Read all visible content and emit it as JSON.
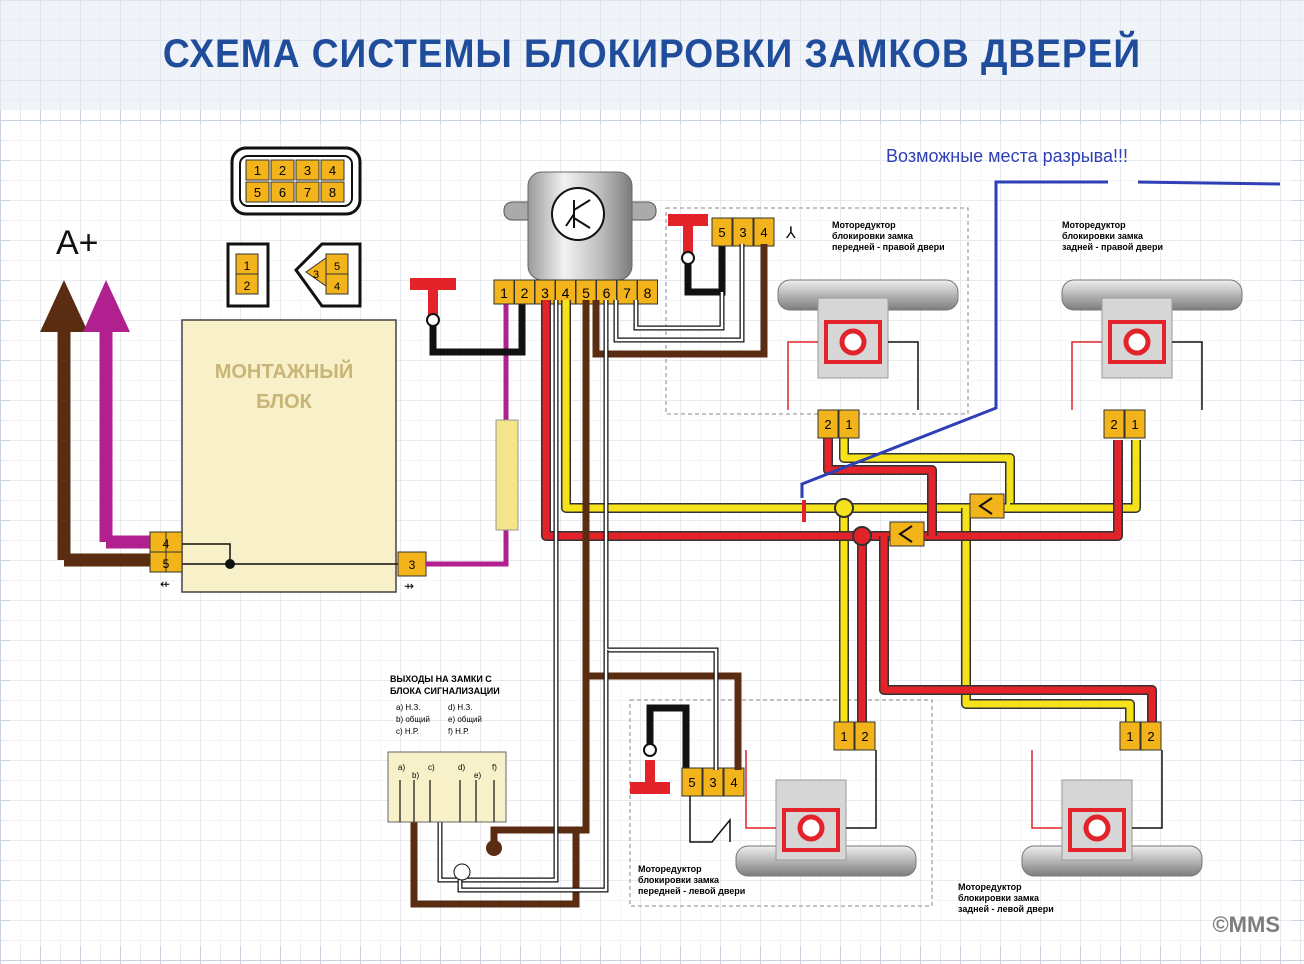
{
  "title": "СХЕМА СИСТЕМЫ БЛОКИРОВКИ ЗАМКОВ ДВЕРЕЙ",
  "annotation": "Возможные места разрыва!!!",
  "power_label": "A+",
  "mount_block": {
    "line1": "МОНТАЖНЫЙ",
    "line2": "БЛОК"
  },
  "connector8": {
    "row1": [
      "1",
      "2",
      "3",
      "4"
    ],
    "row2": [
      "5",
      "6",
      "7",
      "8"
    ]
  },
  "connector2": [
    "1",
    "2"
  ],
  "connector5": [
    "3",
    "5",
    "4"
  ],
  "relay_pins": [
    "1",
    "2",
    "3",
    "4",
    "5",
    "6",
    "7",
    "8"
  ],
  "mount_pins": {
    "left": [
      "4",
      "5"
    ],
    "right": "3"
  },
  "plug534": [
    "5",
    "3",
    "4"
  ],
  "plug21": [
    "2",
    "1"
  ],
  "plug12": [
    "1",
    "2"
  ],
  "motors": {
    "front_right": [
      "Моторедуктор",
      "блокировки замка",
      "передней - правой двери"
    ],
    "rear_right": [
      "Моторедуктор",
      "блокировки замка",
      "задней - правой двери"
    ],
    "front_left": [
      "Моторедуктор",
      "блокировки замка",
      "передней - левой двери"
    ],
    "rear_left": [
      "Моторедуктор",
      "блокировки замка",
      "задней - левой двери"
    ]
  },
  "alarm": {
    "title1": "ВЫХОДЫ НА ЗАМКИ С",
    "title2": "БЛОКА СИГНАЛИЗАЦИИ",
    "legend_left": [
      "a) Н.З.",
      "b) общий",
      "c) Н.Р."
    ],
    "legend_right": [
      "d) Н.З.",
      "e) общий",
      "f) Н.Р."
    ],
    "contacts": [
      "a)",
      "b)",
      "c)",
      "d)",
      "e)",
      "f)"
    ]
  },
  "copyright": "©MMS",
  "colors": {
    "title": "#1f4d9c",
    "red": "#e2232a",
    "yellow": "#f6e21a",
    "brown": "#5a2d12",
    "magenta": "#b0208e",
    "black": "#111111",
    "connector": "#f3b31a",
    "annotation_line": "#2f3fb5"
  }
}
